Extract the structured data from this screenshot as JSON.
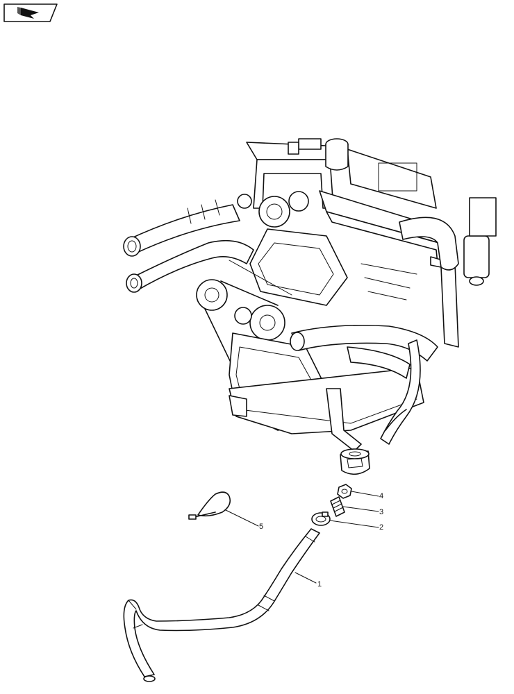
{
  "icon": {
    "name": "book-arrow-icon"
  },
  "callouts": [
    {
      "id": "callout-1",
      "label": "1"
    },
    {
      "id": "callout-2",
      "label": "2"
    },
    {
      "id": "callout-3",
      "label": "3"
    },
    {
      "id": "callout-4",
      "label": "4"
    },
    {
      "id": "callout-5",
      "label": "5"
    }
  ]
}
